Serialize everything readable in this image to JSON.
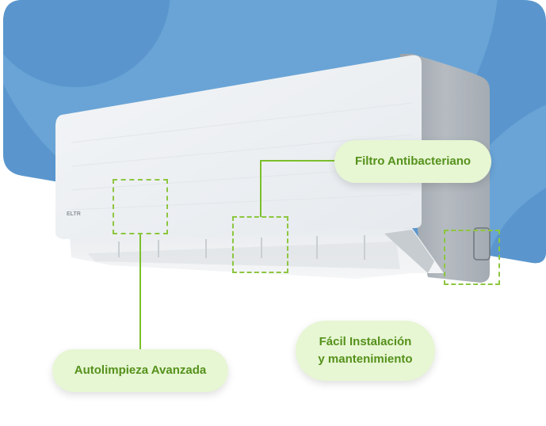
{
  "scene": {
    "product": "wall-mounted air conditioner",
    "brand_mark": "ELTR",
    "colors": {
      "background_blue": "#5a96cd",
      "background_light_blue": "#6aa4d6",
      "callout_fill": "#e7f6d3",
      "callout_text": "#55911b",
      "connector_line": "#7bbf2b",
      "hotspot_border": "#8cc63f"
    }
  },
  "callouts": [
    {
      "id": "filtro",
      "label": "Filtro Antibacteriano"
    },
    {
      "id": "autolimpieza",
      "label": "Autolimpieza Avanzada"
    },
    {
      "id": "instalacion",
      "label_line1": "Fácil Instalación",
      "label_line2": "y mantenimiento"
    }
  ]
}
